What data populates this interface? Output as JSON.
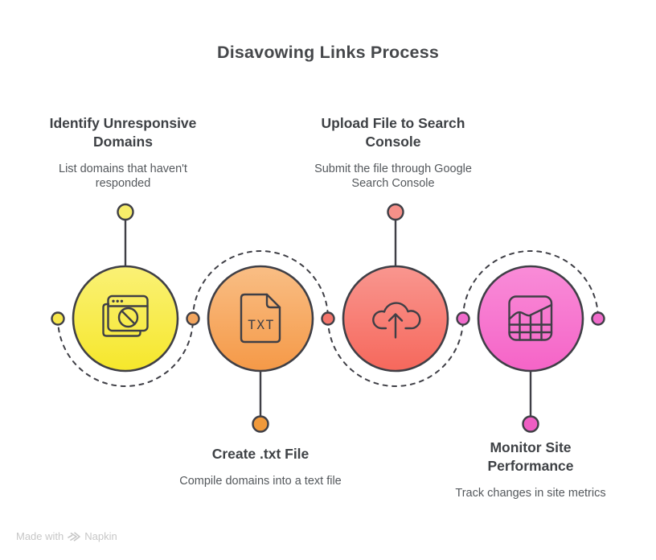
{
  "title": "Disavowing Links Process",
  "watermark": {
    "text": "Made with",
    "brand": "Napkin"
  },
  "diagram": {
    "outline_color": "#3F3F46",
    "trailing_dot_color": "#F06BCB",
    "steps": [
      {
        "heading": "Identify Unresponsive\nDomains",
        "description": "List domains that haven't\nresponded",
        "icon": "blocked-browser-window-icon",
        "colors": {
          "circle_top": "#FAF176",
          "circle_bottom": "#F6E72B",
          "stem_dot": "#F7ED6A",
          "path_dot": "#F7E74B"
        }
      },
      {
        "heading": "Create .txt File",
        "description": "Compile domains into a text file",
        "icon": "txt-file-icon",
        "icon_label": "TXT",
        "colors": {
          "circle_top": "#F9BE85",
          "circle_bottom": "#F59947",
          "stem_dot": "#F0993B",
          "path_dot": "#F2A55E"
        }
      },
      {
        "heading": "Upload File to Search\nConsole",
        "description": "Submit the file through Google\nSearch Console",
        "icon": "cloud-upload-icon",
        "colors": {
          "circle_top": "#F9968F",
          "circle_bottom": "#F6685C",
          "stem_dot": "#F69089",
          "path_dot": "#F4756B"
        }
      },
      {
        "heading": "Monitor Site\nPerformance",
        "description": "Track changes in site metrics",
        "icon": "analytics-chart-icon",
        "colors": {
          "circle_top": "#F98CD8",
          "circle_bottom": "#F564C7",
          "stem_dot": "#EF5EC3",
          "path_dot": "#F06BCB"
        }
      }
    ]
  }
}
